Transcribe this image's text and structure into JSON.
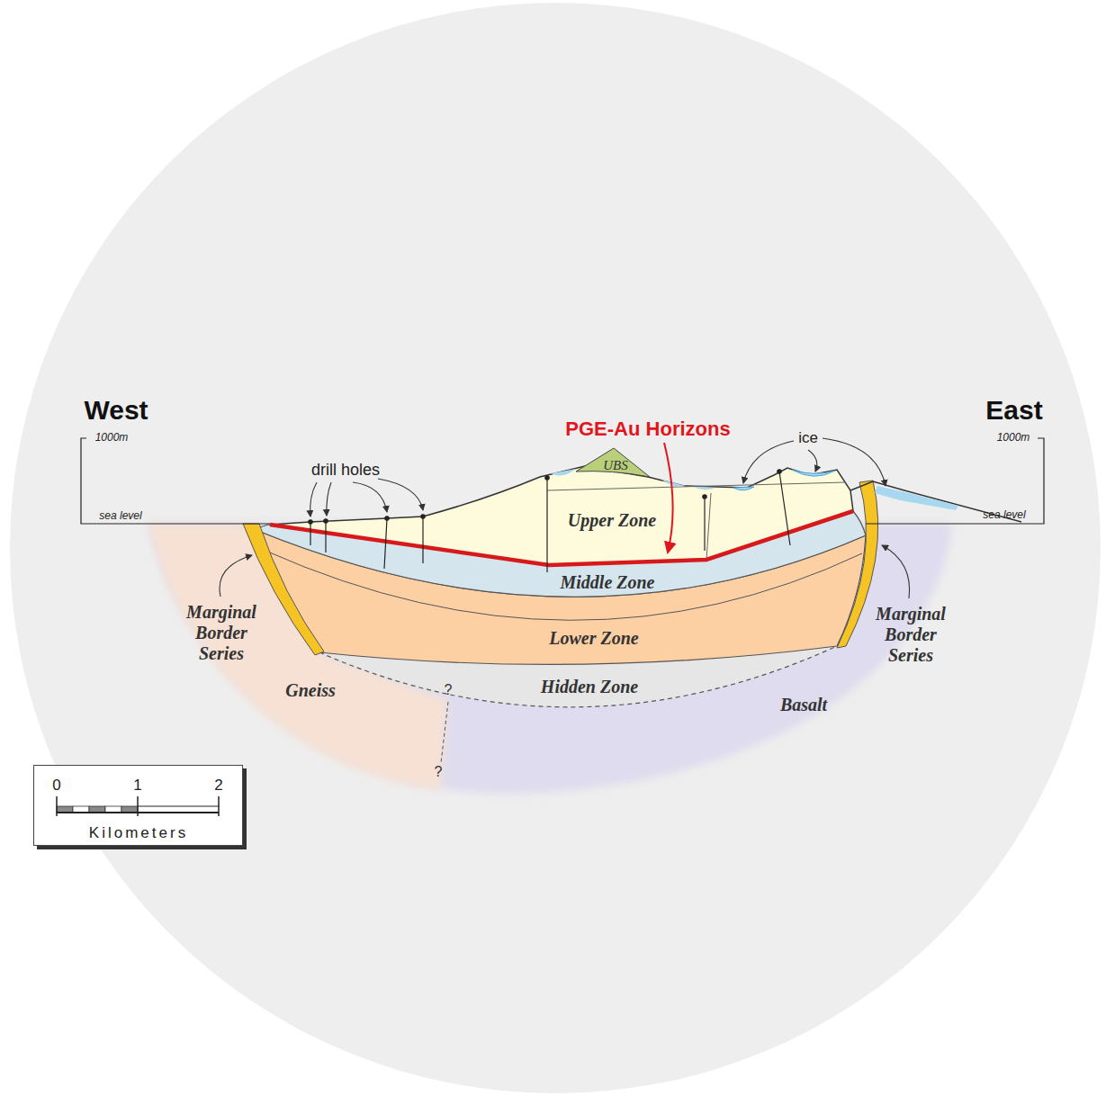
{
  "diagram": {
    "nodes": [
      {
        "text": [
          "0",
          "1",
          "2",
          "Kilometers"
        ]
      }
    ],
    "labels": [
      "West",
      "East",
      "1000m",
      "1000m",
      "sea level",
      "sea level",
      "drill holes",
      "PGE-Au Horizons",
      "ice",
      "UBS",
      "Upper Zone",
      "Middle Zone",
      "Lower Zone",
      "Hidden Zone",
      "Marginal Border Series",
      "Marginal Border Series",
      "Gneiss",
      "Basalt",
      "?",
      "?"
    ]
  }
}
